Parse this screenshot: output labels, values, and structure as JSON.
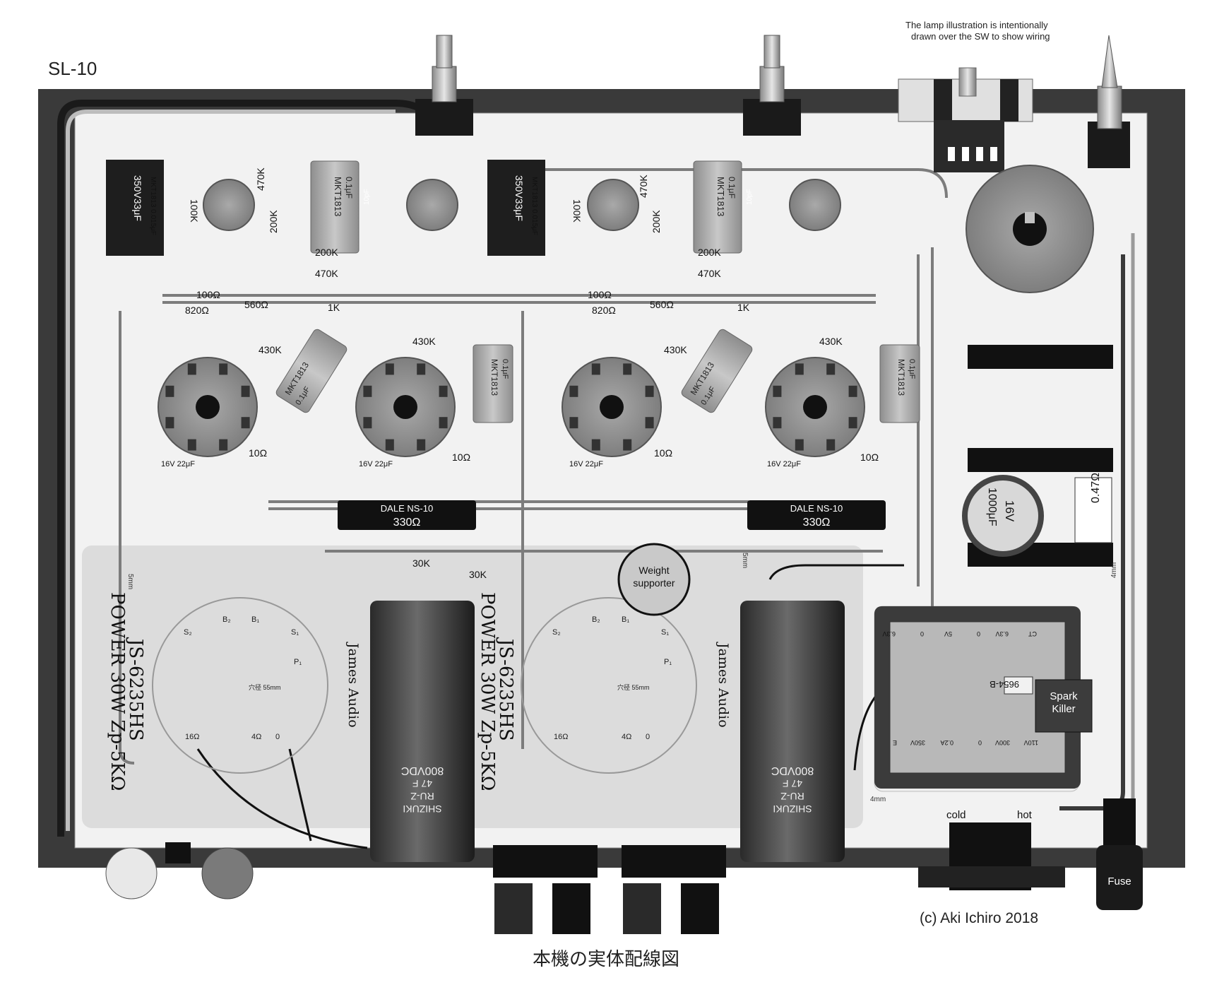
{
  "title": "SL-10",
  "note": "The lamp illustration is intentionally drawn over the SW to show wiring",
  "caption": "本機の実体配線図",
  "copyright": "(c) Aki Ichiro 2018",
  "brand_label": "James Audio",
  "transformer_model": "JS-6235HS",
  "transformer_spec": "POWER 30W Zp-5KΩ",
  "transformer_pins": {
    "b1": "B₁",
    "b2": "B₂",
    "s1": "S₁",
    "p1": "P₁",
    "s2": "S₂",
    "o16": "16Ω",
    "o4": "4Ω",
    "o0": "0",
    "hole": "穴径 55mm"
  },
  "resistor_labels": {
    "r100k": "100K",
    "r470k": "470K",
    "r200k": "200K",
    "r200k_b": "200K",
    "r470k_b": "470K",
    "r100": "100Ω",
    "r820": "820Ω",
    "r560": "560Ω",
    "r1k": "1K",
    "r430k": "430K",
    "r10": "10Ω",
    "r30k_1": "30K",
    "r30k_2": "30K",
    "r047": "0.47Ω"
  },
  "cap_labels": {
    "big_cap_voltage": "350V33μF",
    "small_cap": "MKT1813 0.015μF",
    "mkt_name": "MKT1813",
    "mkt_value": "0.1μF",
    "cap10p": "10pF",
    "cath_cap": "16V 22μF",
    "filter_cap_v": "16V",
    "filter_cap_c": "1000μF"
  },
  "dale_line1": "DALE NS-10",
  "dale_line2": "330Ω",
  "weight_supporter": "Weight supporter",
  "elcap_brand": "SHIZUKI",
  "elcap_series": "RU-Z",
  "elcap_value": "47 F",
  "elcap_voltage": "800VDC",
  "ptrans": {
    "model": "9654-B",
    "spark_killer": "Spark Killer",
    "taps_top": [
      "6.3V",
      "0",
      "5V",
      "0",
      "6.3V",
      "CT"
    ],
    "taps_bottom": [
      "E",
      "350V",
      "0.2A",
      "0",
      "300V",
      "110V"
    ]
  },
  "dims": {
    "left": "5mm",
    "mid": "5mm",
    "right": "4mm",
    "bottom": "4mm"
  },
  "power_labels": {
    "cold": "cold",
    "hot": "hot",
    "fuse": "Fuse"
  }
}
